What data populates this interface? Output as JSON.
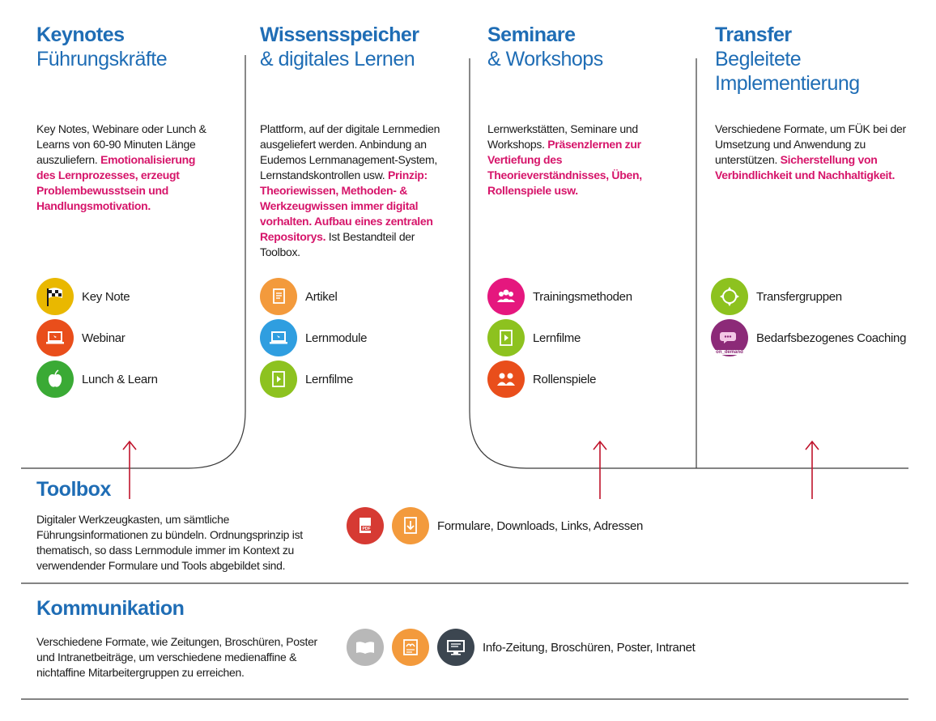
{
  "columns": [
    {
      "title": "Keynotes",
      "subtitle_lines": [
        "Führungskräfte"
      ],
      "desc_plain": "Key Notes, Webinare oder Lunch & Learns von 60-90 Minuten Länge auszuliefern.",
      "desc_highlight": "Emotionalisierung des Lernprozesses, erzeugt Problembewusstsein und Handlungsmotivation.",
      "items": [
        {
          "label": "Key Note",
          "icon": "checkered-flag-icon",
          "color": "#e9b800"
        },
        {
          "label": "Webinar",
          "icon": "laptop-icon",
          "color": "#e94e1b"
        },
        {
          "label": "Lunch & Learn",
          "icon": "apple-icon",
          "color": "#3aaa35"
        }
      ]
    },
    {
      "title": "Wissensspeicher",
      "subtitle_lines": [
        "& digitales Lernen"
      ],
      "desc_plain": "Plattform, auf der digitale Lernmedien ausgeliefert werden. Anbindung an Eudemos Lernmanagement-System, Lernstandskontrollen usw.",
      "desc_highlight": "Prinzip: Theoriewissen, Methoden- & Werkzeugwissen immer digital vorhalten. Aufbau eines zentralen Repositorys.",
      "desc_tail": "Ist Bestandteil der Toolbox.",
      "items": [
        {
          "label": "Artikel",
          "icon": "article-icon",
          "color": "#f39a3c"
        },
        {
          "label": "Lernmodule",
          "icon": "laptop-icon",
          "color": "#2f9ee0"
        },
        {
          "label": "Lernfilme",
          "icon": "film-icon",
          "color": "#8dc21f"
        }
      ]
    },
    {
      "title": "Seminare",
      "subtitle_lines": [
        "& Workshops"
      ],
      "desc_plain": "Lernwerkstätten, Seminare und Workshops.",
      "desc_highlight": "Präsenzlernen zur Vertiefung des Theorieverständnisses, Üben, Rollenspiele usw.",
      "items": [
        {
          "label": "Trainingsmethoden",
          "icon": "group-icon",
          "color": "#e5177e"
        },
        {
          "label": "Lernfilme",
          "icon": "film-icon",
          "color": "#8dc21f"
        },
        {
          "label": "Rollenspiele",
          "icon": "two-persons-icon",
          "color": "#e94e1b"
        }
      ]
    },
    {
      "title": "Transfer",
      "subtitle_lines": [
        "Begleitete",
        "Implementierung"
      ],
      "desc_plain": "Verschiedene Formate, um FÜK bei der Umsetzung und Anwendung zu unterstützen.",
      "desc_highlight": "Sicherstellung von Verbindlichkeit und Nachhaltigkeit.",
      "items": [
        {
          "label": "Transfergruppen",
          "icon": "circle-arrows-icon",
          "color": "#8dc21f"
        },
        {
          "label": "Bedarfsbezogenes Coaching",
          "icon": "speech-bubbles-icon",
          "color": "#8c2a78",
          "badge": "on_demand"
        }
      ]
    }
  ],
  "toolbox": {
    "title": "Toolbox",
    "desc": "Digitaler Werkzeugkasten, um sämtliche Führungsinformationen zu bündeln. Ordnungsprinzip ist thematisch, so dass Lernmodule immer im Kontext zu verwendender Formulare und Tools abgebildet sind.",
    "label": "Formulare, Downloads, Links, Adressen",
    "pdf_text": "PDF",
    "icons": [
      {
        "icon": "pdf-document-icon",
        "color": "#d63a33"
      },
      {
        "icon": "download-document-icon",
        "color": "#f39a3c"
      }
    ]
  },
  "kommunikation": {
    "title": "Kommunikation",
    "desc": "Verschiedene Formate, wie Zeitungen, Broschüren, Poster und Intranetbeiträge, um verschiedene medienaffine & nichtaffine Mitarbeitergruppen zu erreichen.",
    "label": "Info-Zeitung, Broschüren, Poster, Intranet",
    "icons": [
      {
        "icon": "open-book-icon",
        "color": "#b8b8b8"
      },
      {
        "icon": "poster-icon",
        "color": "#f39a3c"
      },
      {
        "icon": "monitor-icon",
        "color": "#3c4650"
      }
    ]
  },
  "colors": {
    "blue": "#1f6db5",
    "magenta": "#d6156a",
    "arrow": "#c0142c",
    "line": "#3a3a3a"
  }
}
